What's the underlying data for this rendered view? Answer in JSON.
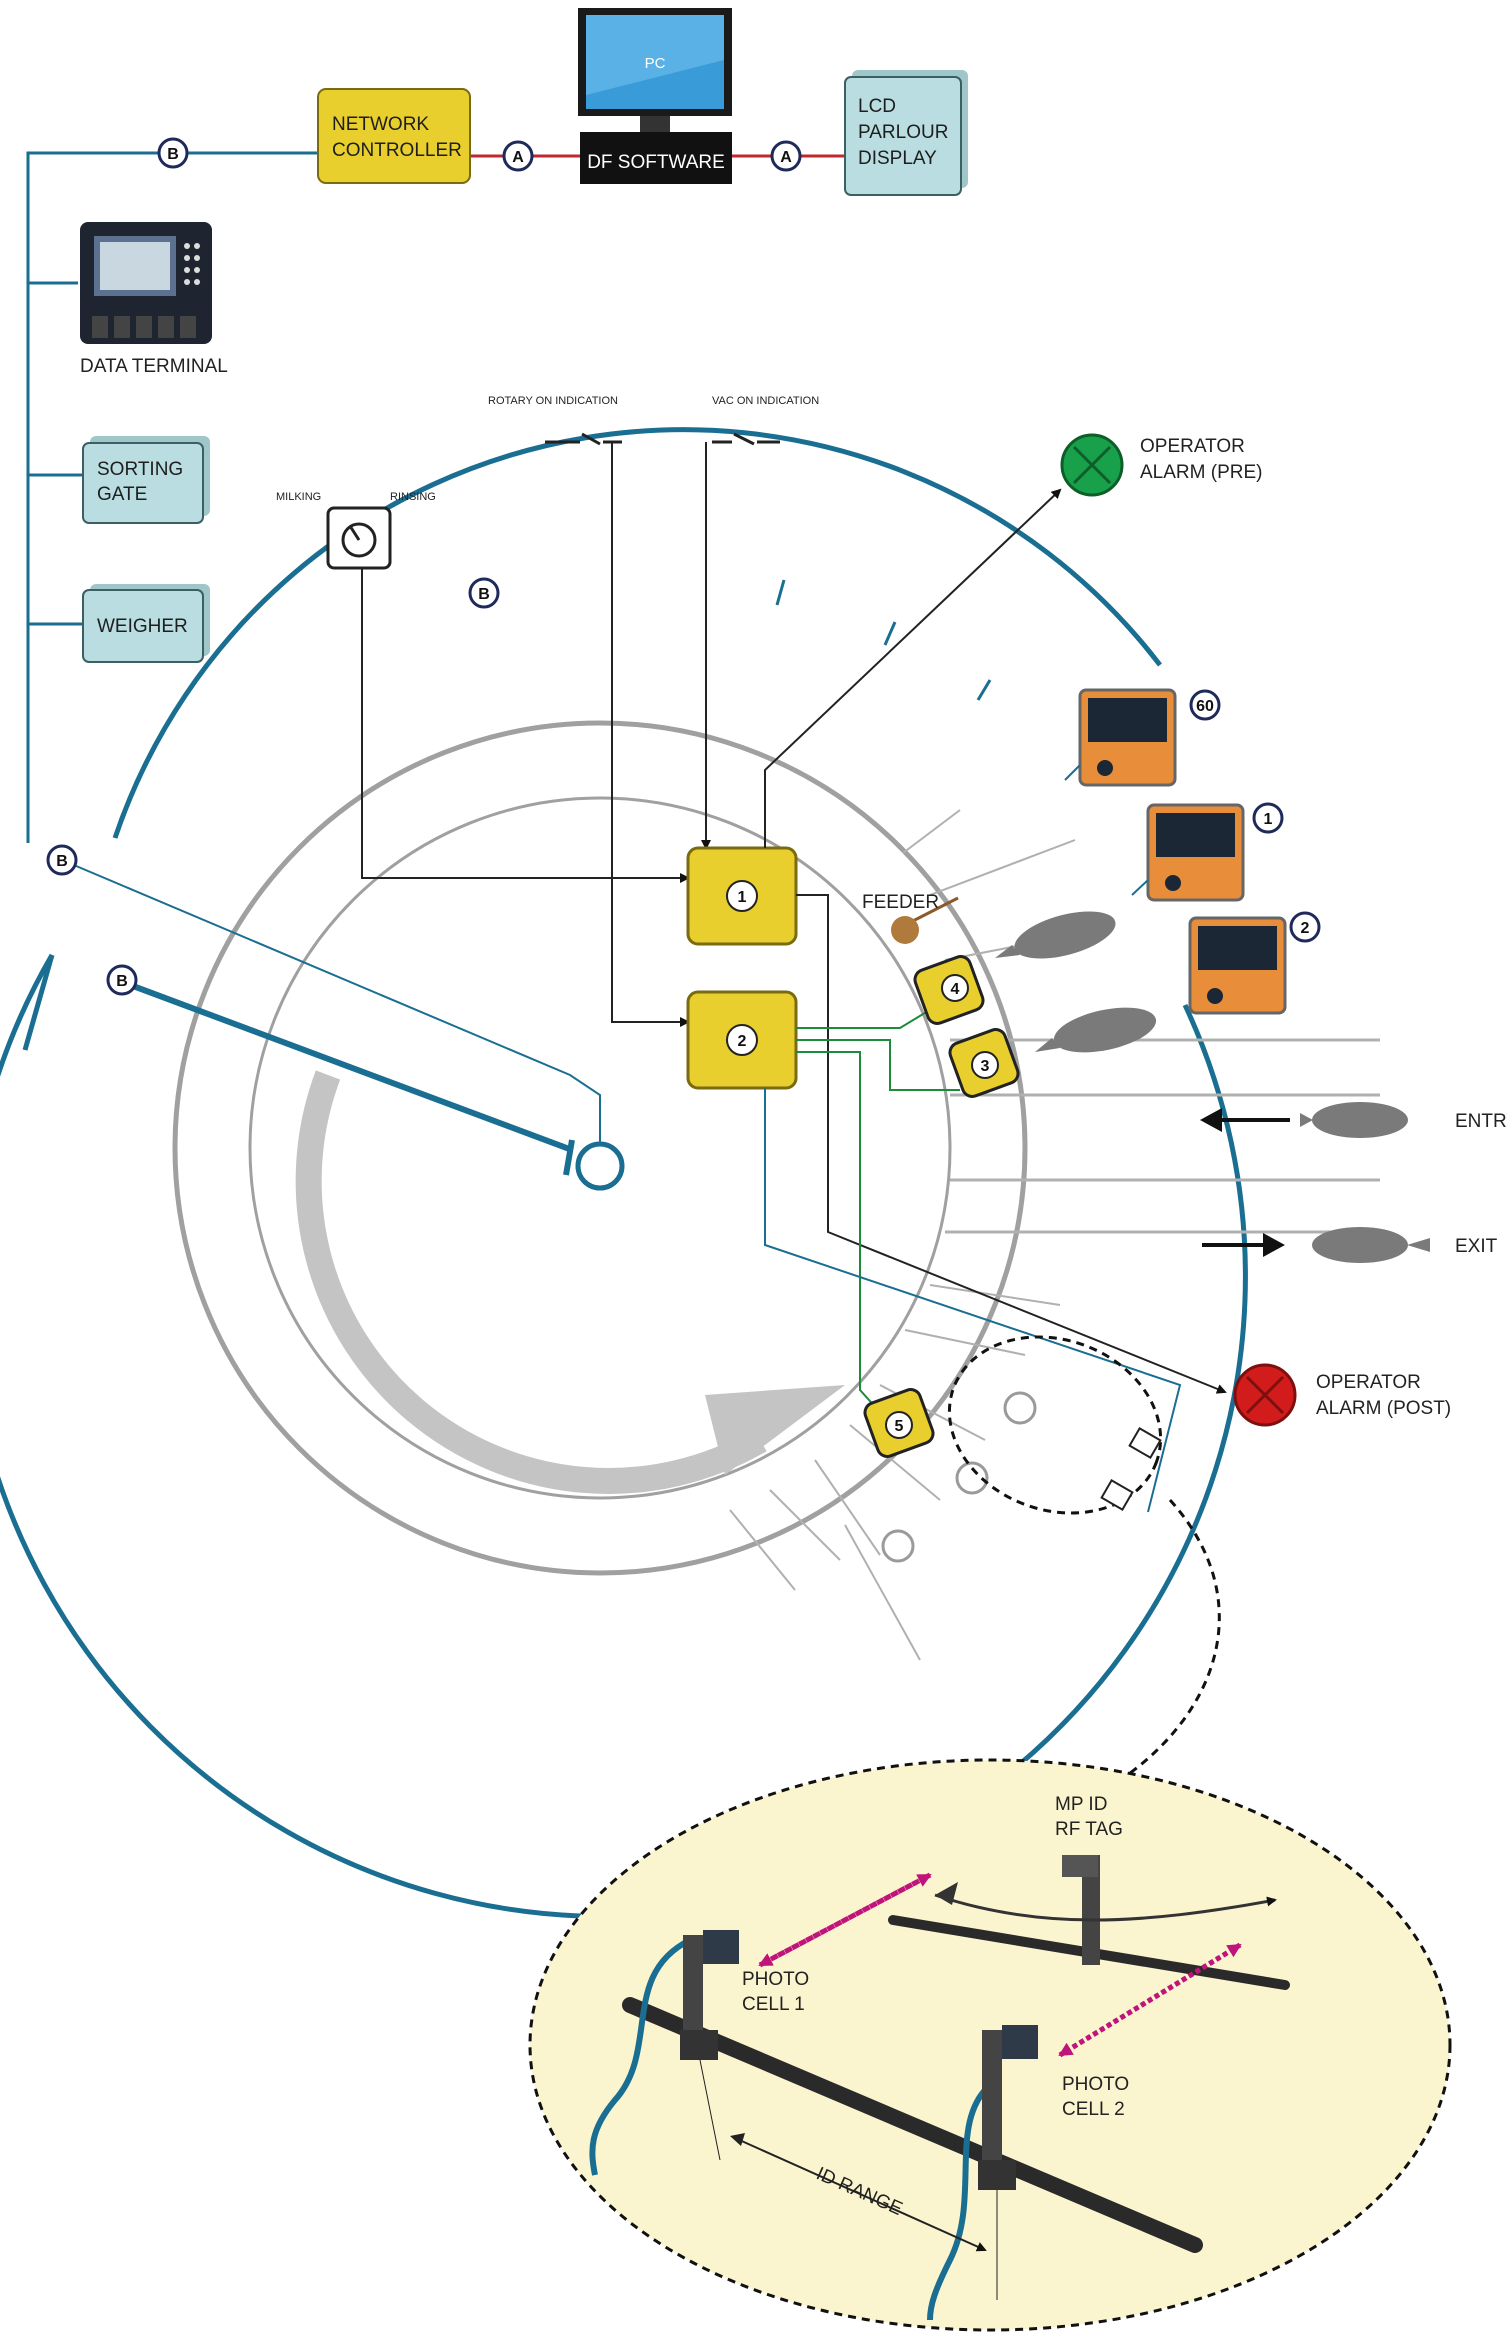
{
  "pc": {
    "screen_text": "PC",
    "software": "DF SOFTWARE"
  },
  "network_controller": {
    "line1": "NETWORK",
    "line2": "CONTROLLER"
  },
  "lcd_display": {
    "line1": "LCD",
    "line2": "PARLOUR",
    "line3": "DISPLAY"
  },
  "connectors": {
    "a": "A",
    "b": "B"
  },
  "data_terminal": {
    "label": "DATA TERMINAL"
  },
  "sorting_gate": {
    "line1": "SORTING",
    "line2": "GATE"
  },
  "weigher": {
    "label": "WEIGHER"
  },
  "switches": {
    "rotary": "ROTARY ON INDICATION",
    "vac": "VAC ON INDICATION"
  },
  "selector": {
    "milking": "MILKING",
    "rinsing": "RINSING"
  },
  "alarm_pre": {
    "line1": "OPERATOR",
    "line2": "ALARM (PRE)"
  },
  "alarm_post": {
    "line1": "OPERATOR",
    "line2": "ALARM (POST)"
  },
  "stall_units": [
    "60",
    "1",
    "2"
  ],
  "modules": {
    "m1": "1",
    "m2": "2"
  },
  "sensors": {
    "s3": "3",
    "s4": "4",
    "s5": "5"
  },
  "feeder": "FEEDER",
  "entry": "ENTRY",
  "exit": "EXIT",
  "detail": {
    "tag_line1": "MP ID",
    "tag_line2": "RF TAG",
    "pc1_line1": "PHOTO",
    "pc1_line2": "CELL 1",
    "pc2_line1": "PHOTO",
    "pc2_line2": "CELL 2",
    "range": "ID RANGE"
  },
  "colors": {
    "blue": "#1a6e92",
    "yellow": "#e8cf2e",
    "teal_box": "#b9dde0",
    "green": "#1d8a3c",
    "alarm_pre": "#18a14a",
    "alarm_post": "#d21c1c",
    "detail_bg": "#fbf5cf"
  }
}
